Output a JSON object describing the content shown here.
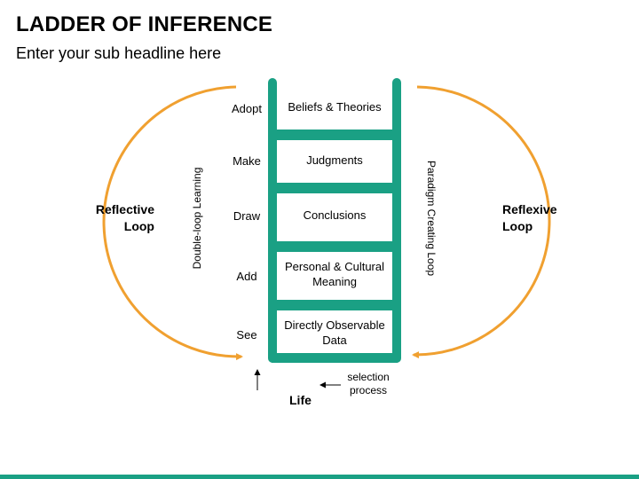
{
  "header": {
    "title": "LADDER OF INFERENCE",
    "subtitle": "Enter your sub headline here"
  },
  "ladder": {
    "rungs": [
      {
        "verb": "Adopt",
        "label": "Beliefs & Theories"
      },
      {
        "verb": "Make",
        "label": "Judgments"
      },
      {
        "verb": "Draw",
        "label": "Conclusions"
      },
      {
        "verb": "Add",
        "label": "Personal & Cultural Meaning"
      },
      {
        "verb": "See",
        "label": "Directly Observable Data"
      }
    ],
    "color": "#1aa084"
  },
  "loops": {
    "left_title": "Reflective Loop",
    "left_rotated": "Double-loop  Learning",
    "right_title": "Reflexive Loop",
    "right_rotated": "Paradigm Creating  Loop",
    "arc_color": "#f0a030"
  },
  "bottom": {
    "life": "Life",
    "selection": "selection process"
  }
}
